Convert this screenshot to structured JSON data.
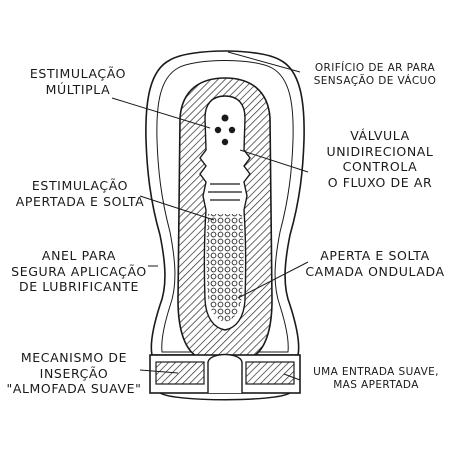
{
  "diagram": {
    "labels": {
      "multi_stimulation": [
        "ESTIMULAÇÃO",
        "MÚLTIPLA"
      ],
      "tight_loose": [
        "ESTIMULAÇÃO",
        "APERTADA E SOLTA"
      ],
      "lube_ring": [
        "ANEL PARA",
        "SEGURA APLICAÇÃO",
        "DE LUBRIFICANTE"
      ],
      "soft_cushion": [
        "MECANISMO DE",
        "INSERÇÃO",
        "\"ALMOFADA SUAVE\""
      ],
      "air_hole": [
        "ORIFÍCIO DE AR PARA",
        "SENSAÇÃO DE VÁCUO"
      ],
      "valve": [
        "VÁLVULA",
        "UNIDIRECIONAL",
        "CONTROLA",
        "O FLUXO DE AR"
      ],
      "wave_layer": [
        "APERTA E SOLTA",
        "CAMADA ONDULADA"
      ],
      "soft_entry": [
        "UMA ENTRADA SUAVE,",
        "MAS APERTADA"
      ]
    }
  }
}
